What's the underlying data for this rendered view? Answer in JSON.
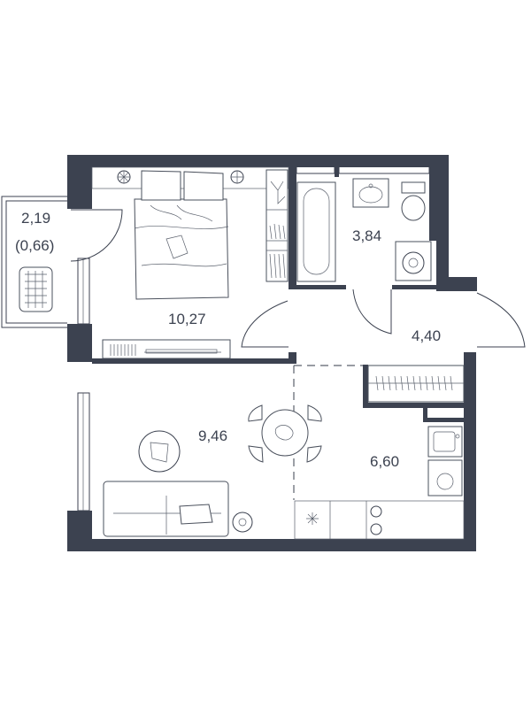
{
  "rooms": {
    "balcony": {
      "area": "2,19",
      "area_reduced": "(0,66)"
    },
    "bedroom": {
      "area": "10,27"
    },
    "bathroom": {
      "area": "3,84"
    },
    "hallway": {
      "area": "4,40"
    },
    "living": {
      "area": "9,46"
    },
    "kitchen": {
      "area": "6,60"
    }
  },
  "colors": {
    "wall": "#3c4250",
    "line": "#5a606c",
    "background": "#ffffff"
  }
}
